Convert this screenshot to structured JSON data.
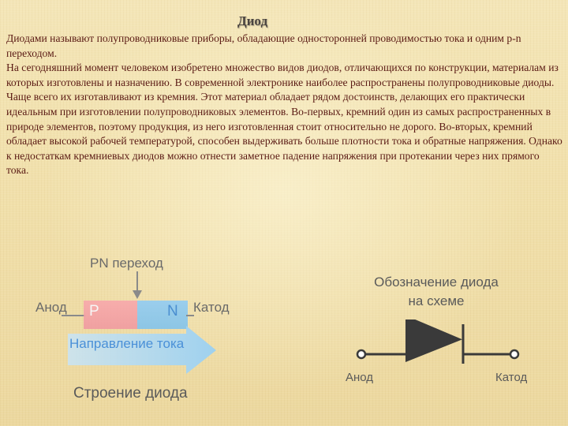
{
  "title": "Диод",
  "paragraphs": [
    "Диодами называют полупроводниковые приборы, обладающие односторонней проводимостью тока и одним p-n переходом.",
    "На сегодняшний момент человеком изобретено множество видов диодов, отличающихся по конструкции, материалам из которых изготовлены и назначению. В современной электронике наиболее распространены полупроводниковые диоды.",
    "Чаще всего их изготавливают из кремния. Этот материал обладает рядом достоинств, делающих его практически идеальным при изготовлении полупроводниковых элементов. Во-первых, кремний один из самых распространенных в природе элементов, поэтому продукция, из него изготовленная стоит относительно не дорого. Во-вторых, кремний обладает высокой рабочей температурой, способен выдерживать больше плотности тока и обратные напряжения. Однако к недостаткам кремниевых диодов можно отнести заметное падение напряжения при протекании через них прямого тока."
  ],
  "structure_diagram": {
    "pn_label": "PN переход",
    "anode_label": "Анод",
    "cathode_label": "Катод",
    "p_letter": "P",
    "n_letter": "N",
    "flow_label": "Направление тока",
    "caption": "Строение диода"
  },
  "symbol_diagram": {
    "title_line1": "Обозначение диода",
    "title_line2": "на схеме",
    "anode_label": "Анод",
    "cathode_label": "Катод"
  },
  "colors": {
    "body_text": "#5a1a14",
    "p_region": "#f4a0a8",
    "n_region": "#8ccaee",
    "current_arrow": "#9ad0f2",
    "diode_symbol": "#3a3a3a"
  }
}
